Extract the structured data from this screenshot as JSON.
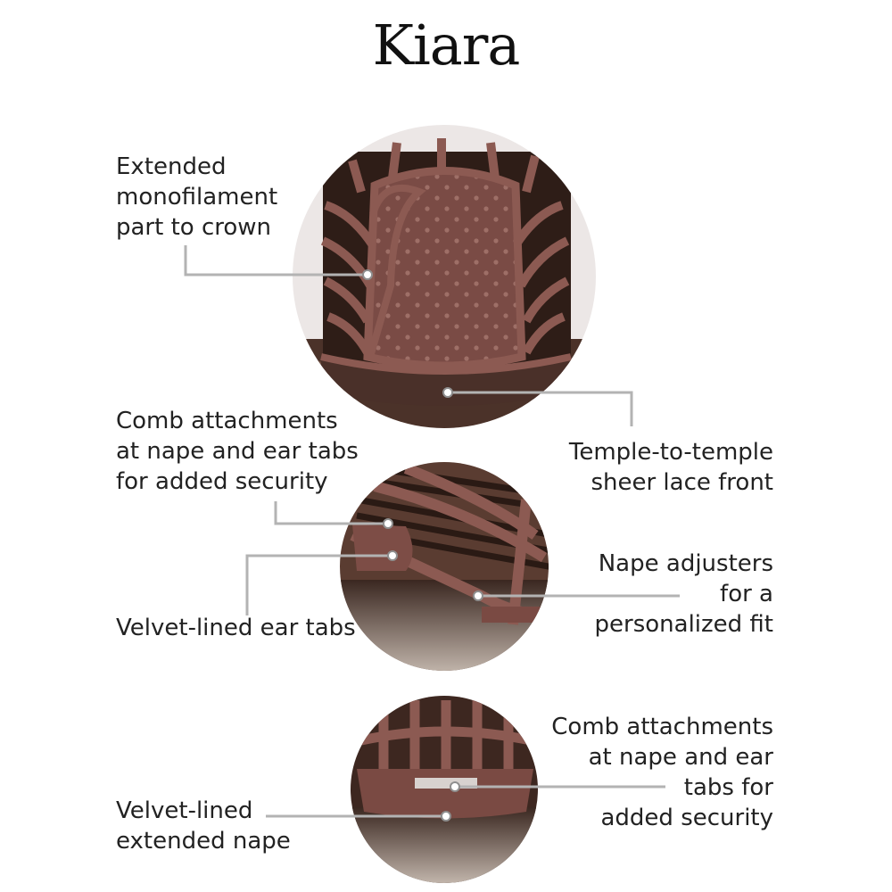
{
  "title": "Kiara",
  "callouts": {
    "monofilament": [
      "Extended",
      "monofilament",
      "part to crown"
    ],
    "lace_front": [
      "Temple-to-temple",
      "sheer lace front"
    ],
    "comb_upper": [
      "Comb attachments",
      "at nape and ear tabs",
      "for added security"
    ],
    "nape_adjusters": [
      "Nape adjusters",
      "for a",
      "personalized fit"
    ],
    "ear_tabs": [
      "Velvet-lined ear tabs"
    ],
    "comb_lower": [
      "Comb attachments",
      "at nape and ear",
      "tabs for",
      "added security"
    ],
    "extended_nape": [
      "Velvet-lined",
      "extended nape"
    ]
  },
  "colors": {
    "cap_band": "#8c5a52",
    "hair_dark": "#3e2a22",
    "leader_line": "#b3b3b3",
    "circle_bg": "#ebe5e3"
  }
}
